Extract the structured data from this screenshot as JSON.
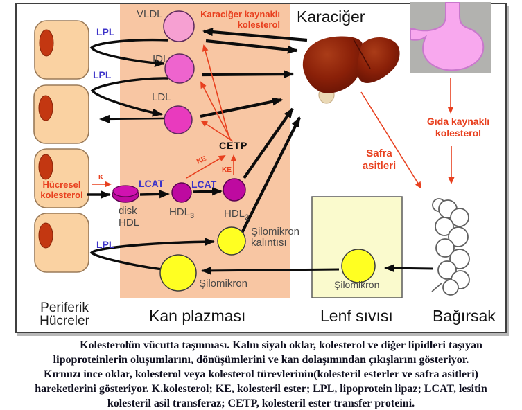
{
  "labels": {
    "vldl": "VLDL",
    "idl": "IDL",
    "ldl": "LDL",
    "disk_hdl_l1": "disk",
    "disk_hdl_l2": "HDL",
    "hdl3_base": "HDL",
    "hdl3_sub": "3",
    "hdl2_base": "HDL",
    "hdl2_sub": "2",
    "remnant_l1": "Şilomikron",
    "remnant_l2": "kalıntısı",
    "chylomicron_plasma": "Şilomikron",
    "chylomicron_lymph": "Şilomikron",
    "liver": "Karaciğer",
    "plasma": "Kan plazması",
    "lymph": "Lenf sıvısı",
    "intestine": "Bağırsak",
    "peripheral_l1": "Periferik",
    "peripheral_l2": "Hücreler"
  },
  "enzymes": {
    "lpl_1": "LPL",
    "lpl_2": "LPL",
    "lpl_3": "LPL",
    "lcat_1": "LCAT",
    "lcat_2": "LCAT",
    "cetp": "CETP",
    "ke_1": "KE",
    "ke_2": "KE",
    "k": "K"
  },
  "annotations": {
    "liver_derived_l1": "Karaciğer kaynaklı",
    "liver_derived_l2": "kolesterol",
    "food_derived_l1": "Gıda kaynaklı",
    "food_derived_l2": "kolesterol",
    "bile_acids_l1": "Safra",
    "bile_acids_l2": "asitleri",
    "cellular_chol_l1": "Hücresel",
    "cellular_chol_l2": "kolesterol"
  },
  "caption": {
    "lines": [
      "Kolesterolün vücutta taşınması. Kalın siyah oklar, kolesterol ve diğer lipidleri taşıyan",
      "lipoproteinlerin oluşumlarını, dönüşümlerini ve kan dolaşımından çıkışlarını gösteriyor.",
      "Kırmızı ince oklar, kolesterol veya kolesterol türevlerinin(kolesteril esterler ve safra asitleri)",
      "hareketlerini gösteriyor. K.kolesterol; KE, kolesteril ester; LPL, lipoprotein lipaz; LCAT, lesitin",
      "kolesteril asil transferaz; CETP, kolesteril ester transfer proteini."
    ]
  },
  "colors": {
    "plasma_bg": "#f8c6a3",
    "cell_fill": "#fad2a2",
    "nucleus": "#c33711",
    "vldl": "#f6a0d2",
    "idl": "#ee64ce",
    "ldl": "#e93abe",
    "hdl": "#be0aa0",
    "chylomicron_yellow": "#ffff22",
    "lymph_bg": "#fafacd",
    "stomach_bg": "#b2b2af",
    "stomach_pink": "#f8a8ee",
    "liver_dark": "#6b1505",
    "red_accent": "#e8401f",
    "enzyme_blue": "#3c32c8",
    "label_gray": "#474747"
  }
}
